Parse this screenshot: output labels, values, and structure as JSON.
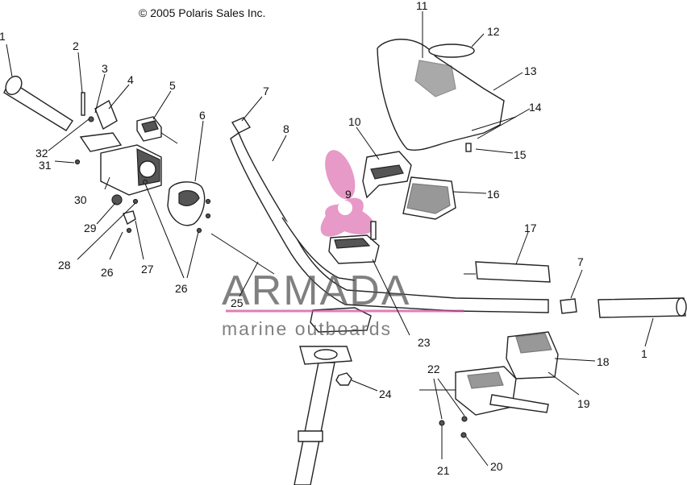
{
  "copyright": "© 2005 Polaris Sales Inc.",
  "watermark": {
    "brand": "ARMADA",
    "tagline": "marine outboards",
    "brand_color": "#555555",
    "accent_color": "#d4479a"
  },
  "callouts": {
    "n1a": "1",
    "n2": "2",
    "n3": "3",
    "n4": "4",
    "n5": "5",
    "n6": "6",
    "n7a": "7",
    "n8": "8",
    "n9": "9",
    "n10": "10",
    "n11": "11",
    "n12": "12",
    "n13": "13",
    "n14": "14",
    "n15": "15",
    "n16": "16",
    "n17": "17",
    "n7b": "7",
    "n1b": "1",
    "n18": "18",
    "n19": "19",
    "n20": "20",
    "n21": "21",
    "n22": "22",
    "n23": "23",
    "n24": "24",
    "n25": "25",
    "n26a": "26",
    "n26b": "26",
    "n27": "27",
    "n28": "28",
    "n29": "29",
    "n30": "30",
    "n31": "31",
    "n32": "32"
  }
}
